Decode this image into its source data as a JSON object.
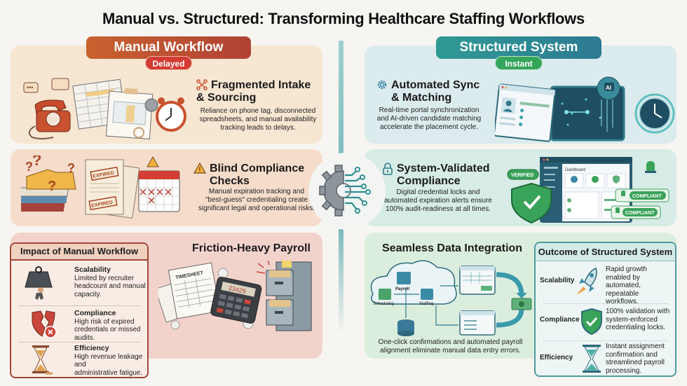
{
  "title": "Manual vs. Structured: Transforming Healthcare Staffing Workflows",
  "manual": {
    "banner": "Manual Workflow",
    "badge": "Delayed",
    "colors": {
      "banner": "#c0512f",
      "badge": "#d33b33",
      "panel": "#f6e6d2"
    },
    "sections": [
      {
        "title_line1": "Fragmented Intake",
        "title_line2": "& Sourcing",
        "icon": "scattered-nodes-icon",
        "desc_line1": "Reliance on phone tag, disconnected",
        "desc_line2": "spreadsheets, and manual availability",
        "desc_line3": "tracking leads to delays."
      },
      {
        "title_line1": "Blind Compliance",
        "title_line2": "Checks",
        "icon": "warning-icon",
        "desc_line1": "Manual expiration tracking and",
        "desc_line2": "\"best-guess\" credentialing create",
        "desc_line3": "significant legal and operational risks.",
        "stamps": [
          "EXPIRED",
          "EXPIRED"
        ]
      },
      {
        "title": "Friction-Heavy Payroll",
        "timesheet_label": "TIMESHEET",
        "calculator_display": "23429"
      }
    ],
    "impact": {
      "header": "Impact of Manual Workflow",
      "items": [
        {
          "label": "Scalability",
          "line1": "Limited by recruiter",
          "line2": "headcount and manual",
          "line3": "capacity.",
          "icon": "heavy-weight-icon"
        },
        {
          "label": "Compliance",
          "line1": "High risk of expired",
          "line2": "credentials or missed audits.",
          "line3": "",
          "icon": "broken-shield-icon"
        },
        {
          "label": "Efficiency",
          "line1": "High revenue leakage and",
          "line2": "administrative fatigue.",
          "line3": "",
          "icon": "leaking-hourglass-icon"
        }
      ]
    }
  },
  "structured": {
    "banner": "Structured System",
    "badge": "Instant",
    "colors": {
      "banner": "#2e8a94",
      "badge": "#34a55a",
      "panel": "#dcebed"
    },
    "sections": [
      {
        "title_line1": "Automated Sync",
        "title_line2": "& Matching",
        "icon": "gear-icon",
        "desc_line1": "Real-time portal synchronization",
        "desc_line2": "and AI-driven candidate matching",
        "desc_line3": "accelerate the placement cycle.",
        "ai_label": "AI"
      },
      {
        "title_line1": "System-Validated",
        "title_line2": "Compliance",
        "icon": "lock-icon",
        "desc_line1": "Digital credential locks and",
        "desc_line2": "automated expiration alerts ensure",
        "desc_line3": "100% audit-readiness at all times.",
        "verified_tag": "VERIFIED",
        "dashboard_title": "Dashboard",
        "compliant_tags": [
          "COMPLIANT",
          "COMPLIANT"
        ]
      },
      {
        "title": "Seamless Data Integration",
        "desc_line1": "One-click confirmations and automated payroll",
        "desc_line2": "alignment eliminate manual data entry errors.",
        "nodes": [
          "Payroll",
          "Scheduling",
          "Staffing"
        ]
      }
    ],
    "outcome": {
      "header": "Outcome of Structured System",
      "items": [
        {
          "label": "Scalability",
          "line1": "Rapid growth",
          "line2": "enabled by",
          "line3": "automated, repeatable",
          "line4": "workflows.",
          "icon": "rocket-icon"
        },
        {
          "label": "Compliance",
          "line1": "100% validation with",
          "line2": "system-enforced",
          "line3": "credentialing locks.",
          "line4": "",
          "icon": "check-shield-icon"
        },
        {
          "label": "Efficiency",
          "line1": "Instant assignment",
          "line2": "confirmation and",
          "line3": "streamlined payroll",
          "line4": "processing.",
          "icon": "hourglass-icon"
        }
      ]
    }
  }
}
